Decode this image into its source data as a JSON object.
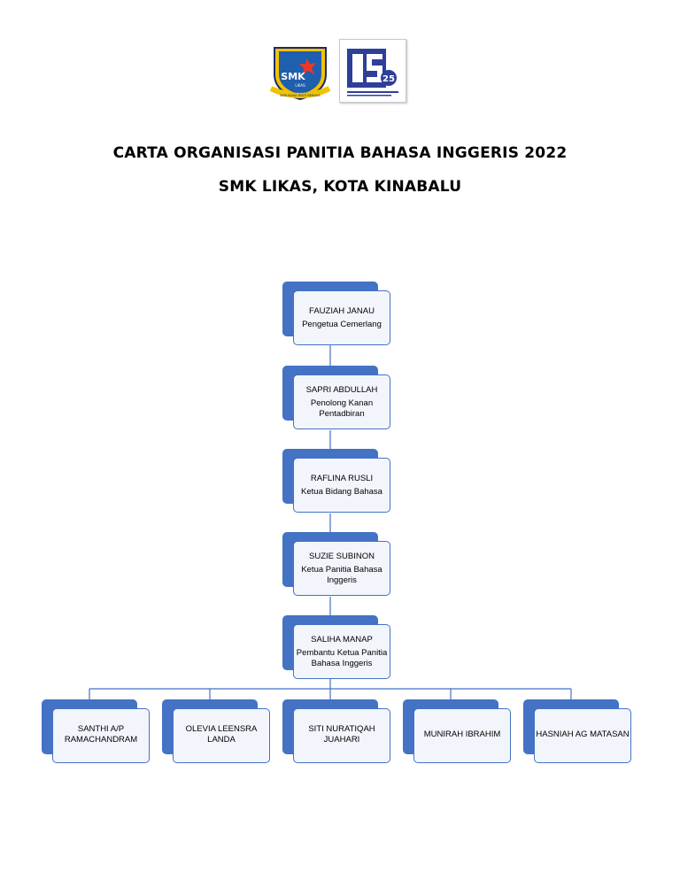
{
  "logos": {
    "school_logo_text": "SMK",
    "school_logo_subtext": "LIKAS",
    "school_logo_ribbon": "BERUSAHA PASTI BERJAYA",
    "anniversary_number": "25"
  },
  "title": {
    "line1": "CARTA ORGANISASI PANITIA BAHASA INGGERIS 2022",
    "line2": "SMK LIKAS, KOTA KINABALU"
  },
  "hierarchy": [
    {
      "name": "FAUZIAH JANAU",
      "role": "Pengetua Cemerlang"
    },
    {
      "name": "SAPRI ABDULLAH",
      "role": "Penolong Kanan Pentadbiran"
    },
    {
      "name": "RAFLINA RUSLI",
      "role": "Ketua Bidang Bahasa"
    },
    {
      "name": "SUZIE SUBINON",
      "role": "Ketua Panitia Bahasa Inggeris"
    },
    {
      "name": "SALIHA MANAP",
      "role": "Pembantu Ketua Panitia Bahasa Inggeris"
    }
  ],
  "members": [
    {
      "name": "SANTHI A/P RAMACHANDRAM"
    },
    {
      "name": "OLEVIA LEENSRA LANDA"
    },
    {
      "name": "SITI NURATIQAH JUAHARI"
    },
    {
      "name": "MUNIRAH IBRAHIM"
    },
    {
      "name": "HASNIAH AG MATASAN"
    }
  ],
  "colors": {
    "node_fill": "#4472c4",
    "node_face": "#f2f6fc",
    "line": "#4472c4"
  }
}
